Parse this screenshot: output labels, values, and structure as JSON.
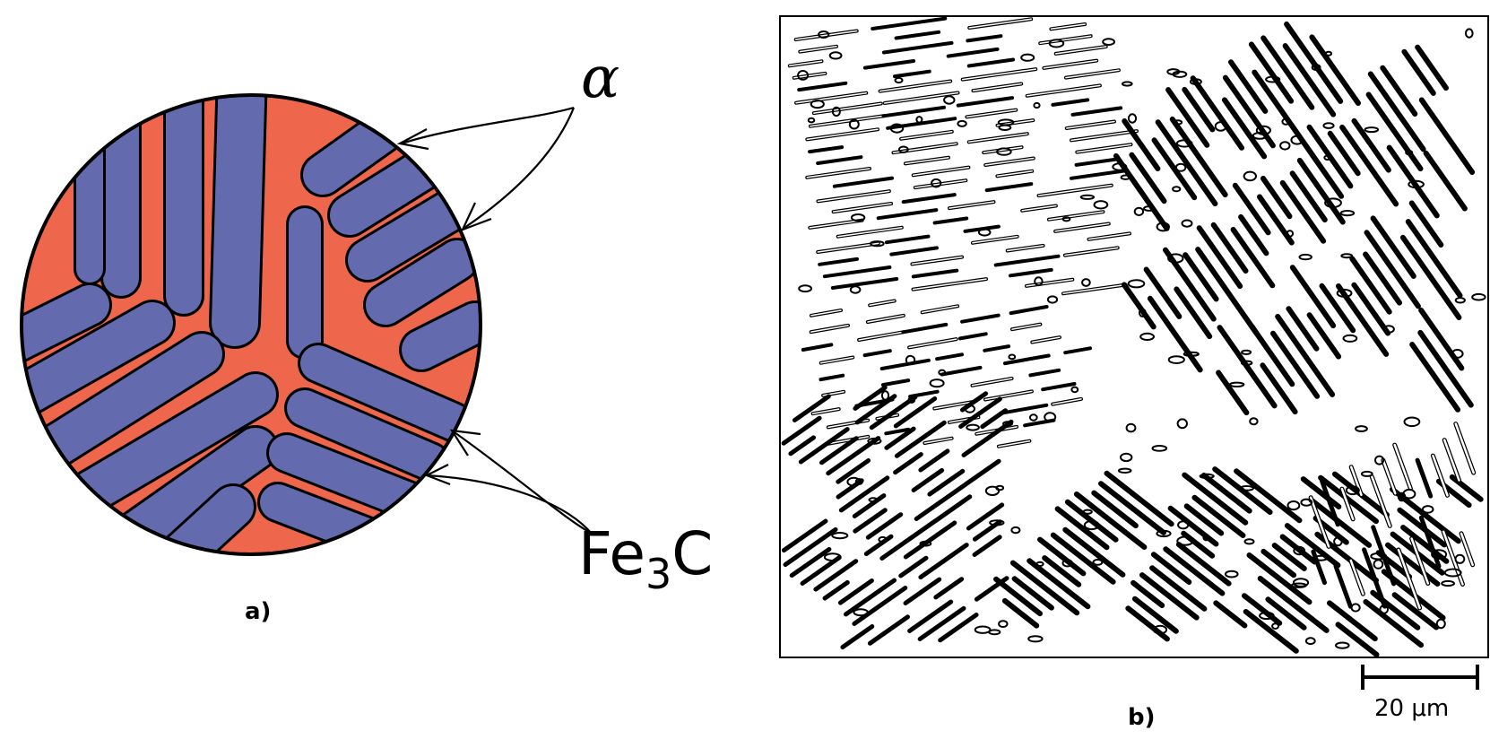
{
  "colors": {
    "cementite": "#EE664B",
    "ferrite": "#636AAE",
    "outline": "#000000",
    "background": "#ffffff"
  },
  "panel_a": {
    "label": "a)",
    "phase_alpha": "α",
    "phase_cementite_main": "Fe",
    "phase_cementite_sub": "3",
    "phase_cementite_tail": "C"
  },
  "panel_b": {
    "label": "b)",
    "scale_bar_text": "20 μm"
  }
}
